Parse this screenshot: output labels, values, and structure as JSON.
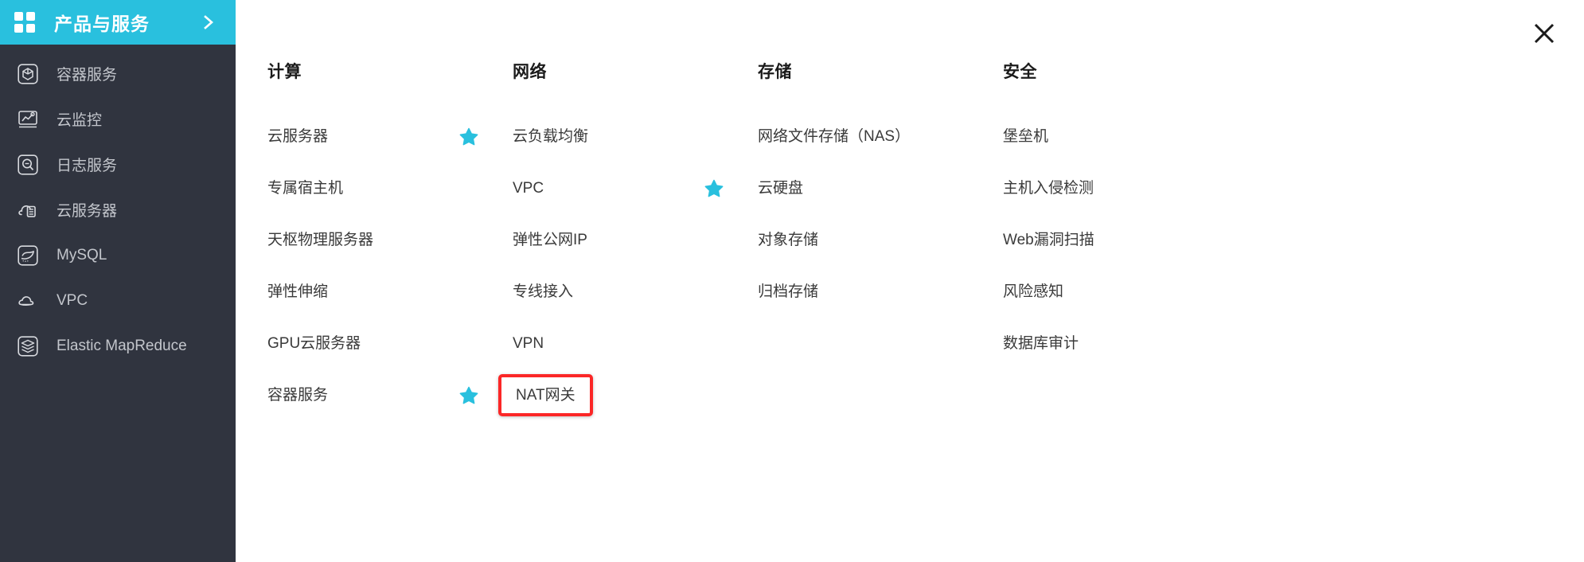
{
  "sidebar": {
    "header": {
      "title": "产品与服务",
      "grid_icon": "grid-icon",
      "expand_icon": "chevron-right-icon"
    },
    "items": [
      {
        "label": "容器服务",
        "icon": "container-cube-icon"
      },
      {
        "label": "云监控",
        "icon": "chart-monitor-icon"
      },
      {
        "label": "日志服务",
        "icon": "log-search-icon"
      },
      {
        "label": "云服务器",
        "icon": "cloud-server-icon"
      },
      {
        "label": "MySQL",
        "icon": "dolphin-mysql-icon"
      },
      {
        "label": "VPC",
        "icon": "cloud-vpc-icon"
      },
      {
        "label": "Elastic MapReduce",
        "icon": "mapreduce-icon"
      }
    ]
  },
  "main": {
    "close_label": "×",
    "close_icon": "close-icon",
    "columns": [
      {
        "title": "计算",
        "items": [
          {
            "label": "云服务器",
            "star": true
          },
          {
            "label": "专属宿主机",
            "star": false
          },
          {
            "label": "天枢物理服务器",
            "star": false
          },
          {
            "label": "弹性伸缩",
            "star": false
          },
          {
            "label": "GPU云服务器",
            "star": false
          },
          {
            "label": "容器服务",
            "star": true
          }
        ]
      },
      {
        "title": "网络",
        "items": [
          {
            "label": "云负载均衡",
            "star": false
          },
          {
            "label": "VPC",
            "star": true
          },
          {
            "label": "弹性公网IP",
            "star": false
          },
          {
            "label": "专线接入",
            "star": false
          },
          {
            "label": "VPN",
            "star": false
          },
          {
            "label": "NAT网关",
            "star": false,
            "highlighted": true
          }
        ]
      },
      {
        "title": "存储",
        "items": [
          {
            "label": "网络文件存储（NAS）",
            "star": false
          },
          {
            "label": "云硬盘",
            "star": false
          },
          {
            "label": "对象存储",
            "star": false
          },
          {
            "label": "归档存储",
            "star": false
          },
          {
            "label": "",
            "star": false
          },
          {
            "label": "",
            "star": false
          }
        ]
      },
      {
        "title": "安全",
        "items": [
          {
            "label": "堡垒机",
            "star": false
          },
          {
            "label": "主机入侵检测",
            "star": false
          },
          {
            "label": "Web漏洞扫描",
            "star": false
          },
          {
            "label": "风险感知",
            "star": false
          },
          {
            "label": "数据库审计",
            "star": false
          },
          {
            "label": "",
            "star": false
          }
        ]
      }
    ]
  },
  "colors": {
    "accent_teal": "#29c0de",
    "sidebar_bg": "#30343f",
    "sidebar_text": "#c3c6cc",
    "highlight_red": "#fb2727",
    "star_cyan": "#29c0de",
    "item_text": "#3a3a3a"
  }
}
